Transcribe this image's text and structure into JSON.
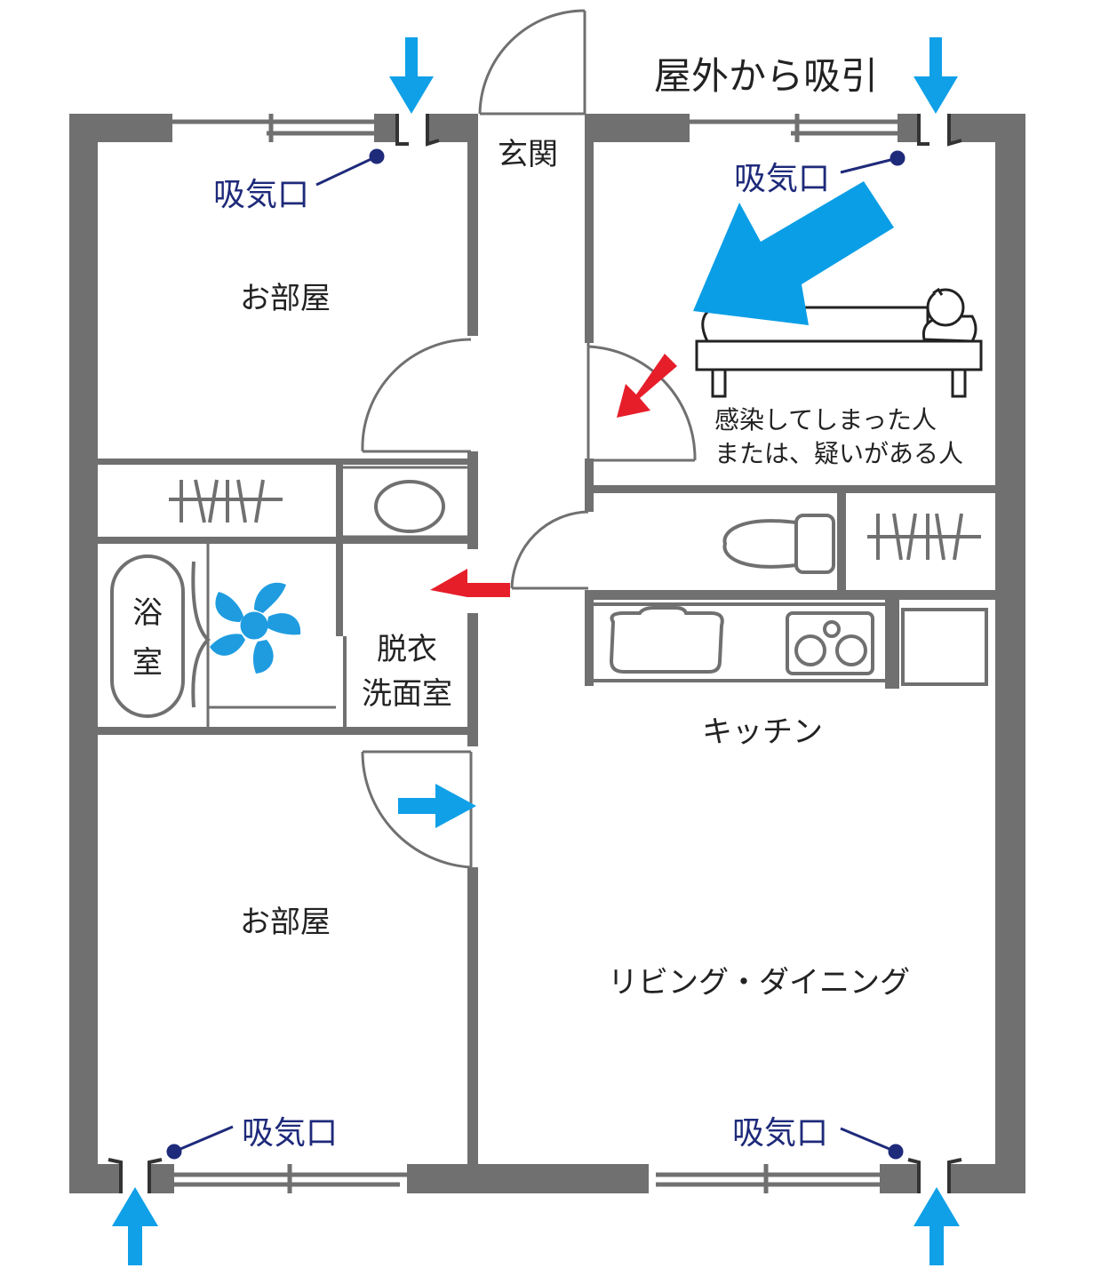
{
  "title": "屋外から吸引",
  "rooms": {
    "entrance": "玄関",
    "bedroom_top_left": "お部屋",
    "bedroom_bottom_left": "お部屋",
    "bath": "浴室",
    "dressing": "脱衣\n洗面室",
    "kitchen": "キッチン",
    "living_dining": "リビング・ダイニング"
  },
  "note_infected": "感染してしまった人\nまたは、疑いがある人",
  "inlets": [
    "吸気口",
    "吸気口",
    "吸気口",
    "吸気口"
  ],
  "colors": {
    "wall": "#707070",
    "inlet_text": "#1e2a7a",
    "fresh_air_arrow": "#0fa0e8",
    "large_flow_arrow": "#0a9ee6",
    "exhaust_arrow": "#e61e2a",
    "fan": "#1f9ce0",
    "line": "#555555"
  },
  "icons": [
    "fan-icon",
    "toilet-icon",
    "stove-icon",
    "sink-icon",
    "bathtub-icon",
    "bed-icon",
    "person-icon",
    "closet-icon"
  ]
}
